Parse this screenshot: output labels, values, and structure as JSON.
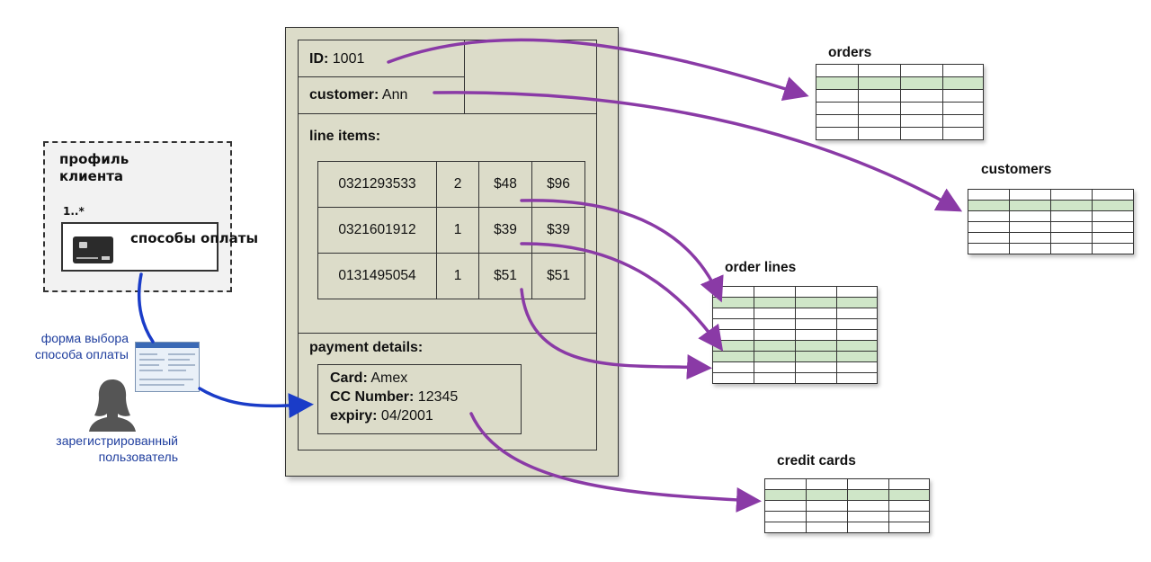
{
  "profile": {
    "title": "профиль клиента",
    "multiplicity": "1..*",
    "payment_methods": "способы оплаты"
  },
  "form_label": "форма выбора способа оплаты",
  "user_label": "зарегистрированный пользователь",
  "aggregate": {
    "id_label": "ID:",
    "id_value": "1001",
    "customer_label": "customer:",
    "customer_value": "Ann",
    "line_items_label": "line items:",
    "line_items": [
      {
        "code": "0321293533",
        "qty": "2",
        "price": "$48",
        "total": "$96"
      },
      {
        "code": "0321601912",
        "qty": "1",
        "price": "$39",
        "total": "$39"
      },
      {
        "code": "0131495054",
        "qty": "1",
        "price": "$51",
        "total": "$51"
      }
    ],
    "payment_label": "payment details:",
    "payment": {
      "card_label": "Card:",
      "card_value": "Amex",
      "ccnum_label": "CC Number:",
      "ccnum_value": "12345",
      "expiry_label": "expiry:",
      "expiry_value": "04/2001"
    }
  },
  "tables": {
    "orders": "orders",
    "customers": "customers",
    "order_lines": "order lines",
    "credit_cards": "credit cards"
  },
  "colors": {
    "arrow": "#8a3aa6",
    "blue_arrow": "#1a3cc8",
    "highlight": "#cfe6c8",
    "aggregate_bg": "#dcdcc9"
  }
}
